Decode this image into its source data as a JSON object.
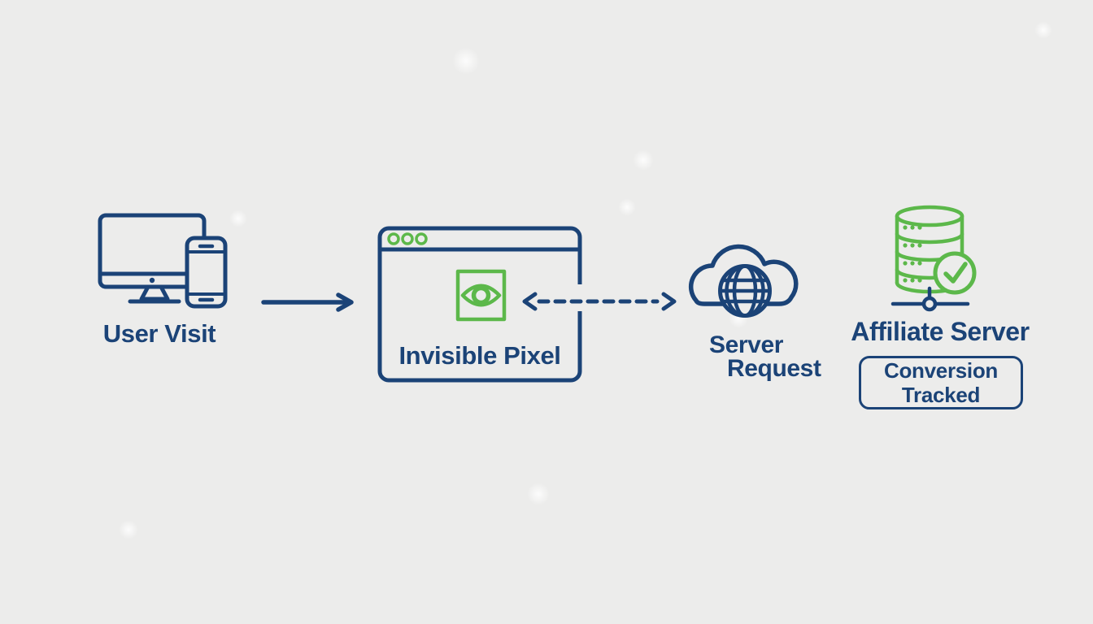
{
  "colors": {
    "navy": "#1B4377",
    "green": "#5CB84A",
    "background": "#ECECEB"
  },
  "nodes": {
    "user_visit": {
      "label": "User Visit",
      "icon": "desktop-and-smartphone-icon"
    },
    "invisible_pixel": {
      "label": "Invisible Pixel",
      "icon": "browser-window-icon",
      "inner_icon": "pixel-eye-icon"
    },
    "server_request": {
      "label_line1": "Server",
      "label_line2": "Request",
      "icon": "cloud-globe-icon"
    },
    "affiliate_server": {
      "label": "Affiliate Server",
      "icon": "database-checkmark-icon",
      "badge": {
        "line1": "Conversion",
        "line2": "Tracked"
      }
    }
  },
  "connectors": [
    {
      "name": "arrow-user-to-pixel",
      "style": "solid",
      "direction": "right"
    },
    {
      "name": "arrow-pixel-server",
      "style": "dashed",
      "direction": "both"
    }
  ]
}
